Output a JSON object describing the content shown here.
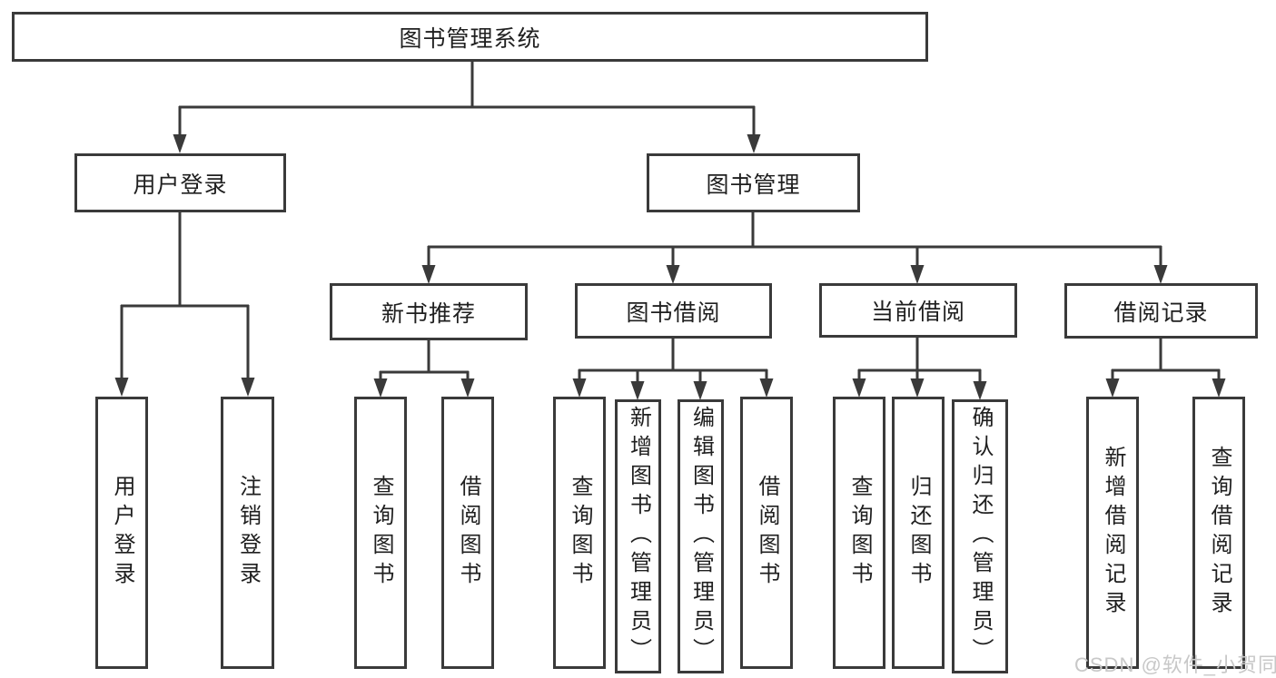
{
  "colors": {
    "line": "#3a3a3a",
    "box_border": "#3a3a3a",
    "text": "#1f1f1f",
    "background": "#ffffff",
    "watermark": "#c8c8c8"
  },
  "tree": {
    "root": {
      "label": "图书管理系统"
    },
    "level2": [
      {
        "label": "用户登录",
        "children": [
          {
            "label": "用户登录"
          },
          {
            "label": "注销登录"
          }
        ]
      },
      {
        "label": "图书管理",
        "children": [
          {
            "label": "新书推荐",
            "children": [
              {
                "label": "查询图书"
              },
              {
                "label": "借阅图书"
              }
            ]
          },
          {
            "label": "图书借阅",
            "children": [
              {
                "label": "查询图书"
              },
              {
                "label": "新增图书（管理员）"
              },
              {
                "label": "编辑图书（管理员）"
              },
              {
                "label": "借阅图书"
              }
            ]
          },
          {
            "label": "当前借阅",
            "children": [
              {
                "label": "查询图书"
              },
              {
                "label": "归还图书"
              },
              {
                "label": "确认归还（管理员）"
              }
            ]
          },
          {
            "label": "借阅记录",
            "children": [
              {
                "label": "新增借阅记录"
              },
              {
                "label": "查询借阅记录"
              }
            ]
          }
        ]
      }
    ]
  },
  "watermark": {
    "text": "CSDN @软件_小贺同学"
  }
}
